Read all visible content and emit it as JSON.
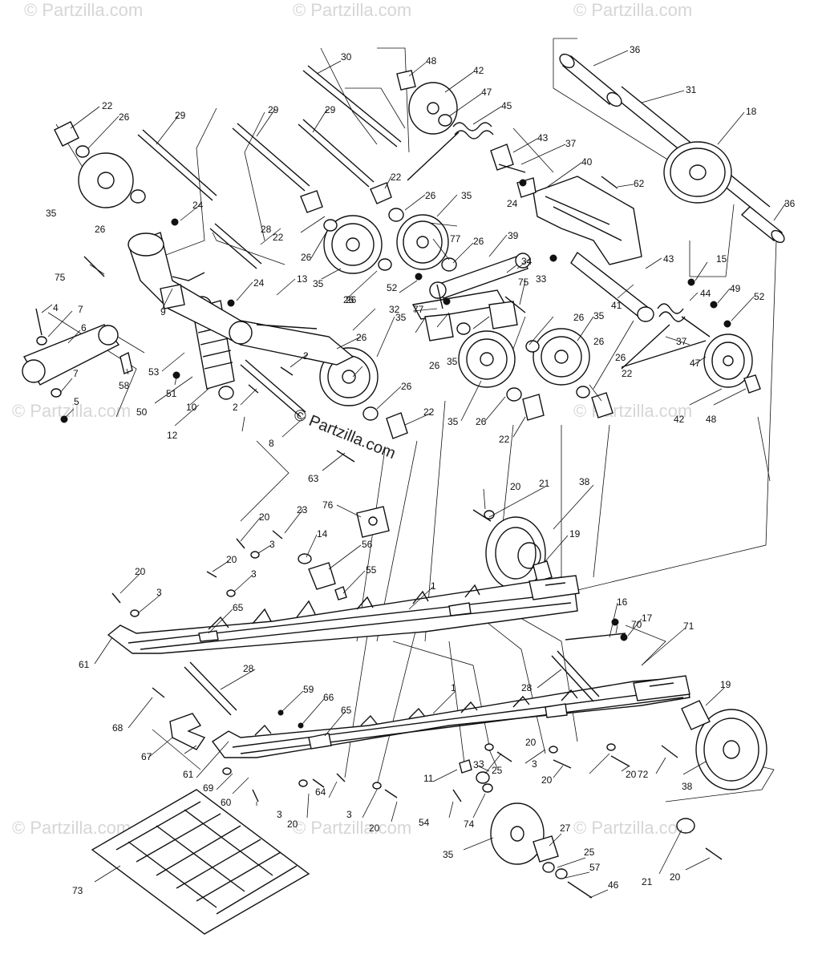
{
  "watermarks": {
    "top_left": "© Partzilla.com",
    "top_center": "© Partzilla.com",
    "top_right": "© Partzilla.com",
    "mid_left": "© Partzilla.com",
    "mid_right": "© Partzilla.com",
    "center": "© Partzilla.com",
    "bottom_left": "© Partzilla.com",
    "bottom_center": "© Partzilla.com",
    "bottom_right": "© Partzilla.com"
  },
  "callouts": [
    {
      "id": "c30",
      "text": "30"
    },
    {
      "id": "c48a",
      "text": "48"
    },
    {
      "id": "c42a",
      "text": "42"
    },
    {
      "id": "c47a",
      "text": "47"
    },
    {
      "id": "c45",
      "text": "45"
    },
    {
      "id": "c36a",
      "text": "36"
    },
    {
      "id": "c31",
      "text": "31"
    },
    {
      "id": "c18",
      "text": "18"
    },
    {
      "id": "c36b",
      "text": "36"
    },
    {
      "id": "c43a",
      "text": "43"
    },
    {
      "id": "c37a",
      "text": "37"
    },
    {
      "id": "c40",
      "text": "40"
    },
    {
      "id": "c62",
      "text": "62"
    },
    {
      "id": "c22a",
      "text": "22"
    },
    {
      "id": "c26a",
      "text": "26"
    },
    {
      "id": "c29a",
      "text": "29"
    },
    {
      "id": "c29b",
      "text": "29"
    },
    {
      "id": "c29c",
      "text": "29"
    },
    {
      "id": "c35a",
      "text": "35"
    },
    {
      "id": "c26b",
      "text": "26"
    },
    {
      "id": "c24a",
      "text": "24"
    },
    {
      "id": "c22b",
      "text": "22"
    },
    {
      "id": "c26c",
      "text": "26"
    },
    {
      "id": "c28a",
      "text": "28"
    },
    {
      "id": "c22c",
      "text": "22"
    },
    {
      "id": "c26d",
      "text": "26"
    },
    {
      "id": "c35b",
      "text": "35"
    },
    {
      "id": "c26e",
      "text": "26"
    },
    {
      "id": "c35c",
      "text": "35"
    },
    {
      "id": "c77a",
      "text": "77"
    },
    {
      "id": "c26f",
      "text": "26"
    },
    {
      "id": "c39",
      "text": "39"
    },
    {
      "id": "c24b",
      "text": "24"
    },
    {
      "id": "c34",
      "text": "34"
    },
    {
      "id": "c33",
      "text": "33"
    },
    {
      "id": "c43b",
      "text": "43"
    },
    {
      "id": "c15",
      "text": "15"
    },
    {
      "id": "c44",
      "text": "44"
    },
    {
      "id": "c49",
      "text": "49"
    },
    {
      "id": "c52a",
      "text": "52"
    },
    {
      "id": "c75a",
      "text": "75"
    },
    {
      "id": "c24c",
      "text": "24"
    },
    {
      "id": "c13",
      "text": "13"
    },
    {
      "id": "c26g",
      "text": "26"
    },
    {
      "id": "c52b",
      "text": "52"
    },
    {
      "id": "c75b",
      "text": "75"
    },
    {
      "id": "c32",
      "text": "32"
    },
    {
      "id": "c77b",
      "text": "77"
    },
    {
      "id": "c41",
      "text": "41"
    },
    {
      "id": "c4",
      "text": "4"
    },
    {
      "id": "c7a",
      "text": "7"
    },
    {
      "id": "c6",
      "text": "6"
    },
    {
      "id": "c9",
      "text": "9"
    },
    {
      "id": "c26h",
      "text": "26"
    },
    {
      "id": "c35d",
      "text": "35"
    },
    {
      "id": "c26i",
      "text": "26"
    },
    {
      "id": "c35e",
      "text": "35"
    },
    {
      "id": "c26j",
      "text": "26"
    },
    {
      "id": "c37b",
      "text": "37"
    },
    {
      "id": "c47b",
      "text": "47"
    },
    {
      "id": "c7b",
      "text": "7"
    },
    {
      "id": "c53",
      "text": "53"
    },
    {
      "id": "c51",
      "text": "51"
    },
    {
      "id": "c58",
      "text": "58"
    },
    {
      "id": "c2a",
      "text": "2"
    },
    {
      "id": "c35f",
      "text": "35"
    },
    {
      "id": "c26k",
      "text": "26"
    },
    {
      "id": "c26l",
      "text": "26"
    },
    {
      "id": "c22d",
      "text": "22"
    },
    {
      "id": "c5",
      "text": "5"
    },
    {
      "id": "c50",
      "text": "50"
    },
    {
      "id": "c10",
      "text": "10"
    },
    {
      "id": "c2b",
      "text": "2"
    },
    {
      "id": "c26m",
      "text": "26"
    },
    {
      "id": "c12",
      "text": "12"
    },
    {
      "id": "c22e",
      "text": "22"
    },
    {
      "id": "c35g",
      "text": "35"
    },
    {
      "id": "c26n",
      "text": "26"
    },
    {
      "id": "c22f",
      "text": "22"
    },
    {
      "id": "c42b",
      "text": "42"
    },
    {
      "id": "c48b",
      "text": "48"
    },
    {
      "id": "c8",
      "text": "8"
    },
    {
      "id": "c63",
      "text": "63"
    },
    {
      "id": "c76",
      "text": "76"
    },
    {
      "id": "c20a",
      "text": "20"
    },
    {
      "id": "c21a",
      "text": "21"
    },
    {
      "id": "c38a",
      "text": "38"
    },
    {
      "id": "c23",
      "text": "23"
    },
    {
      "id": "c20b",
      "text": "20"
    },
    {
      "id": "c3a",
      "text": "3"
    },
    {
      "id": "c14",
      "text": "14"
    },
    {
      "id": "c56",
      "text": "56"
    },
    {
      "id": "c19a",
      "text": "19"
    },
    {
      "id": "c20c",
      "text": "20"
    },
    {
      "id": "c3b",
      "text": "3"
    },
    {
      "id": "c55",
      "text": "55"
    },
    {
      "id": "c20d",
      "text": "20"
    },
    {
      "id": "c3c",
      "text": "3"
    },
    {
      "id": "c65a",
      "text": "65"
    },
    {
      "id": "c1a",
      "text": "1"
    },
    {
      "id": "c16",
      "text": "16"
    },
    {
      "id": "c17",
      "text": "17"
    },
    {
      "id": "c61a",
      "text": "61"
    },
    {
      "id": "c70",
      "text": "70"
    },
    {
      "id": "c71",
      "text": "71"
    },
    {
      "id": "c28b",
      "text": "28"
    },
    {
      "id": "c1b",
      "text": "1"
    },
    {
      "id": "c28c",
      "text": "28"
    },
    {
      "id": "c19b",
      "text": "19"
    },
    {
      "id": "c59",
      "text": "59"
    },
    {
      "id": "c66",
      "text": "66"
    },
    {
      "id": "c68",
      "text": "68"
    },
    {
      "id": "c65b",
      "text": "65"
    },
    {
      "id": "c20e",
      "text": "20"
    },
    {
      "id": "c3d",
      "text": "3"
    },
    {
      "id": "c20f",
      "text": "20"
    },
    {
      "id": "c3e",
      "text": "3"
    },
    {
      "id": "c20g",
      "text": "20"
    },
    {
      "id": "c72",
      "text": "72"
    },
    {
      "id": "c38b",
      "text": "38"
    },
    {
      "id": "c67",
      "text": "67"
    },
    {
      "id": "c61b",
      "text": "61"
    },
    {
      "id": "c3f",
      "text": "3"
    },
    {
      "id": "c25a",
      "text": "25"
    },
    {
      "id": "c11",
      "text": "11"
    },
    {
      "id": "c69",
      "text": "69"
    },
    {
      "id": "c60",
      "text": "60"
    },
    {
      "id": "c64",
      "text": "64"
    },
    {
      "id": "c54",
      "text": "54"
    },
    {
      "id": "c74",
      "text": "74"
    },
    {
      "id": "c27",
      "text": "27"
    },
    {
      "id": "c25b",
      "text": "25"
    },
    {
      "id": "c57",
      "text": "57"
    },
    {
      "id": "c46",
      "text": "46"
    },
    {
      "id": "c3g",
      "text": "3"
    },
    {
      "id": "c20h",
      "text": "20"
    },
    {
      "id": "c3h",
      "text": "3"
    },
    {
      "id": "c20i",
      "text": "20"
    },
    {
      "id": "c35h",
      "text": "35"
    },
    {
      "id": "c73",
      "text": "73"
    },
    {
      "id": "c21b",
      "text": "21"
    },
    {
      "id": "c20j",
      "text": "20"
    }
  ]
}
